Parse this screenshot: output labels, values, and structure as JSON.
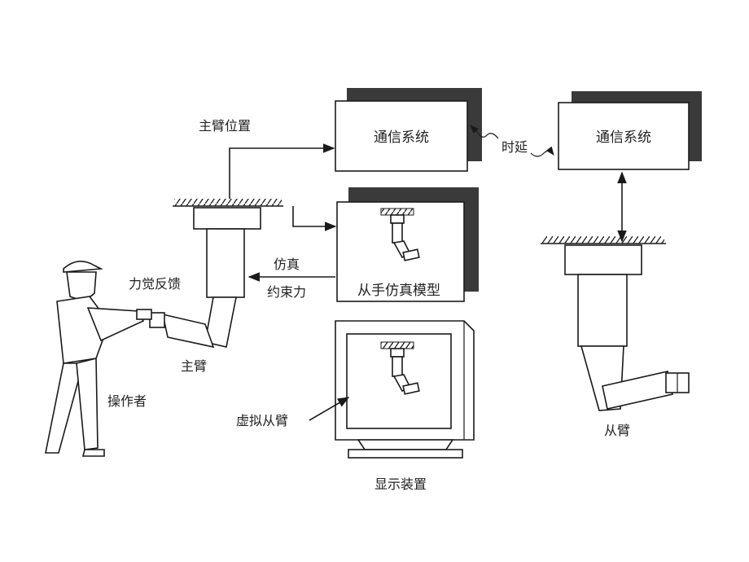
{
  "labels": {
    "master_arm_position": "主臂位置",
    "comm_system_left": "通信系统",
    "time_delay": "时延",
    "comm_system_right": "通信系统",
    "slave_sim_model": "从手仿真模型",
    "sim_constraint_line1": "仿真",
    "sim_constraint_line2": "约束力",
    "force_feedback": "力觉反馈",
    "master_arm": "主臂",
    "operator": "操作者",
    "virtual_slave_arm": "虚拟从臂",
    "display_device": "显示装置",
    "slave_arm": "从臂"
  },
  "colors": {
    "ink": "#1a1a1a",
    "shadow": "#3a3a3a",
    "background": "#ffffff"
  }
}
